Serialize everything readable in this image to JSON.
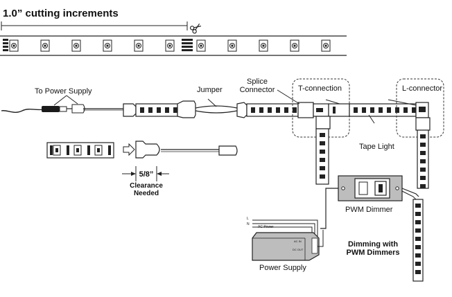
{
  "title": "1.0” cutting increments",
  "labels": {
    "to_power_supply": "To Power Supply",
    "jumper": "Jumper",
    "splice_connector_line1": "Splice",
    "splice_connector_line2": "Connector",
    "t_connection": "T-connection",
    "l_connector": "L-connector",
    "tape_light": "Tape Light",
    "clearance_value": "5/8”",
    "clearance_line1": "Clearance",
    "clearance_line2": "Needed",
    "pwm_dimmer": "PWM Dimmer",
    "power_supply": "Power Supply",
    "dimming_line1": "Dimming with",
    "dimming_line2": "PWM Dimmers",
    "ac_power": "AC Power",
    "ac_in": "AC IN",
    "dc_out": "DC OUT",
    "wire_l": "L",
    "wire_n": "N"
  },
  "icons": [
    "scissors-icon",
    "arrow-right-icon",
    "arrow-left-icon"
  ],
  "colors": {
    "line": "#222222",
    "fill_gray": "#bdbdbd",
    "dark": "#1a1a1a"
  }
}
